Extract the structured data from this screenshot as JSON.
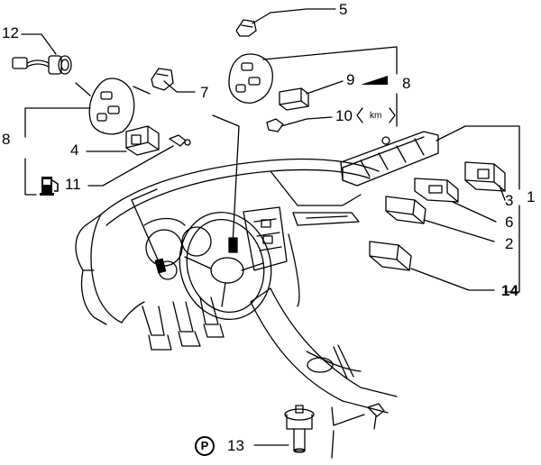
{
  "callouts": {
    "c1": "1",
    "c2": "2",
    "c3": "3",
    "c4": "4",
    "c5": "5",
    "c6": "6",
    "c7": "7",
    "c8_left": "8",
    "c8_right": "8",
    "c9": "9",
    "c10": "10",
    "c11": "11",
    "c12": "12",
    "c13": "13",
    "c14": "14"
  },
  "symbols": {
    "odometer_unit": "km",
    "parking_letter": "P",
    "fuel_icon": "fuel-pump-icon",
    "rheostat_icon": "ramp-wedge-icon"
  },
  "colors": {
    "line": "#000000",
    "background": "#ffffff"
  }
}
